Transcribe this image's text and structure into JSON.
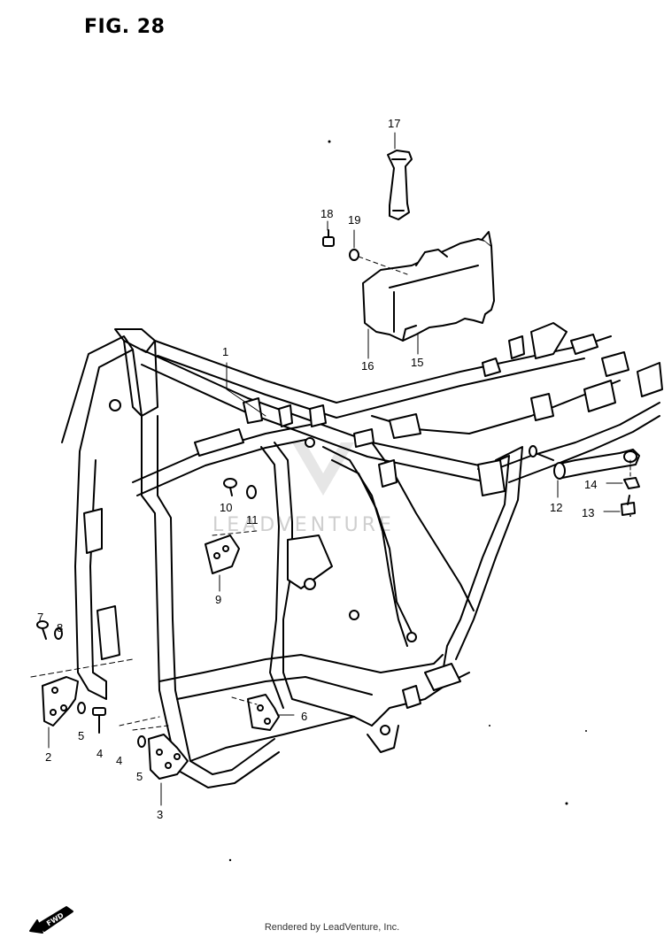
{
  "figure": {
    "title": "FIG. 28"
  },
  "watermark": {
    "text": "LEADVENTURE"
  },
  "fwd_arrow": {
    "label": "FWD"
  },
  "callouts": [
    {
      "id": "1",
      "text": "1"
    },
    {
      "id": "2",
      "text": "2"
    },
    {
      "id": "3",
      "text": "3"
    },
    {
      "id": "4",
      "text": "4"
    },
    {
      "id": "4b",
      "text": "4"
    },
    {
      "id": "5",
      "text": "5"
    },
    {
      "id": "5b",
      "text": "5"
    },
    {
      "id": "6",
      "text": "6"
    },
    {
      "id": "7",
      "text": "7"
    },
    {
      "id": "8",
      "text": "8"
    },
    {
      "id": "9",
      "text": "9"
    },
    {
      "id": "10",
      "text": "10"
    },
    {
      "id": "11",
      "text": "11"
    },
    {
      "id": "12",
      "text": "12"
    },
    {
      "id": "13",
      "text": "13"
    },
    {
      "id": "14",
      "text": "14"
    },
    {
      "id": "15",
      "text": "15"
    },
    {
      "id": "16",
      "text": "16"
    },
    {
      "id": "17",
      "text": "17"
    },
    {
      "id": "18",
      "text": "18"
    },
    {
      "id": "19",
      "text": "19"
    }
  ],
  "footer": {
    "text": "Rendered by LeadVenture, Inc."
  }
}
